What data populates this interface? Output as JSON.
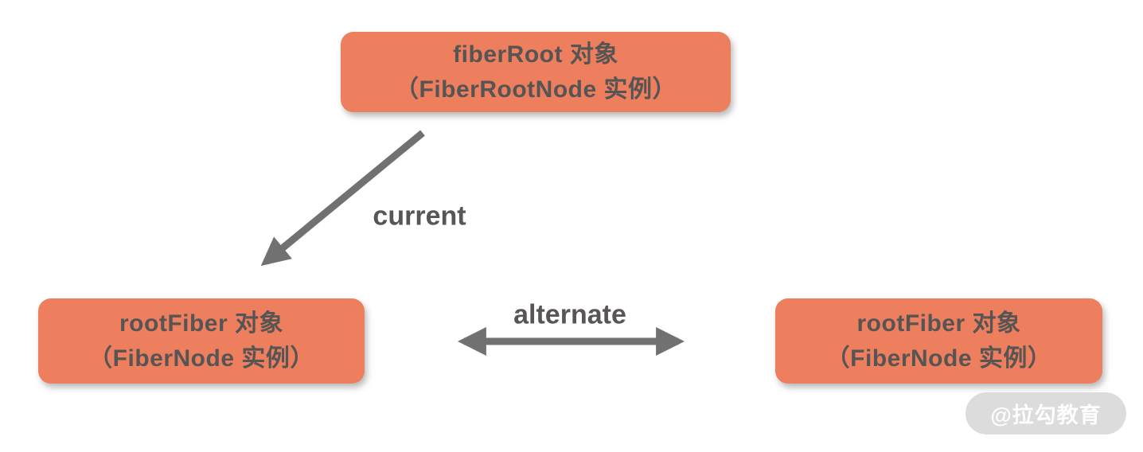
{
  "diagram_type": "react-fiber-structure",
  "colors": {
    "node_fill": "#ed7e5e",
    "node_text": "#575454",
    "arrow": "#717171",
    "edge_label_text": "#595556",
    "watermark_bg": "#dcdcdc",
    "watermark_text": "#ffffff",
    "background": "#ffffff"
  },
  "nodes": [
    {
      "id": "fiber-root",
      "line1": "fiberRoot 对象",
      "line2": "（FiberRootNode 实例）"
    },
    {
      "id": "root-fiber-current",
      "line1": "rootFiber 对象",
      "line2": "（FiberNode 实例）"
    },
    {
      "id": "root-fiber-alternate",
      "line1": "rootFiber 对象",
      "line2": "（FiberNode 实例）"
    }
  ],
  "edges": [
    {
      "label": "current",
      "type": "single-arrow",
      "from": "fiber-root",
      "to": "root-fiber-current"
    },
    {
      "label": "alternate",
      "type": "double-arrow",
      "from": "root-fiber-current",
      "to": "root-fiber-alternate"
    }
  ],
  "watermark": {
    "text": "@拉勾教育"
  }
}
